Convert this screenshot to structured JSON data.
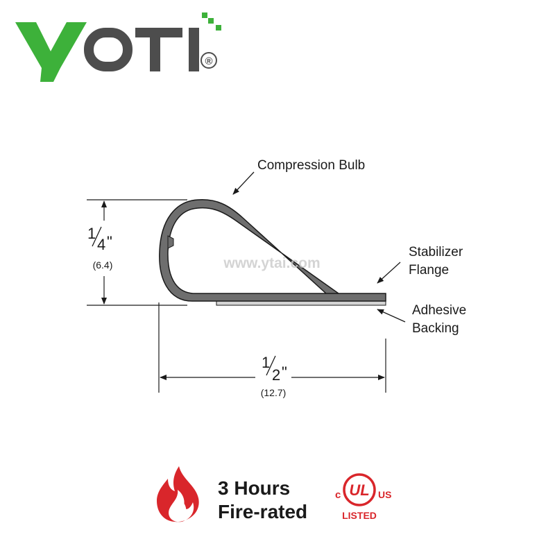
{
  "brand": {
    "logo_text": "YOTI",
    "registered_mark": "®",
    "colors": {
      "green": "#3db13a",
      "gray": "#4d4d4d"
    }
  },
  "watermark": "www.ytai.com",
  "diagram": {
    "callouts": {
      "compression_bulb": "Compression Bulb",
      "stabilizer_line1": "Stabilizer",
      "stabilizer_line2": "Flange",
      "adhesive_line1": "Adhesive",
      "adhesive_line2": "Backing"
    },
    "height_dim": {
      "num": "1",
      "den": "4",
      "unit": "\"",
      "metric": "(6.4)"
    },
    "width_dim": {
      "num": "1",
      "den": "2",
      "unit": "\"",
      "metric": "(12.7)"
    },
    "colors": {
      "profile_fill": "#6e6e6e",
      "profile_stroke": "#1a1a1a",
      "backing": "#d4d4d4"
    }
  },
  "features": {
    "fire_line1": "3 Hours",
    "fire_line2": "Fire-rated",
    "ul": {
      "c": "c",
      "mark": "UL",
      "us": "US",
      "listed": "LISTED"
    },
    "colors": {
      "flame": "#d9262b",
      "ul_red": "#d9262b"
    }
  }
}
